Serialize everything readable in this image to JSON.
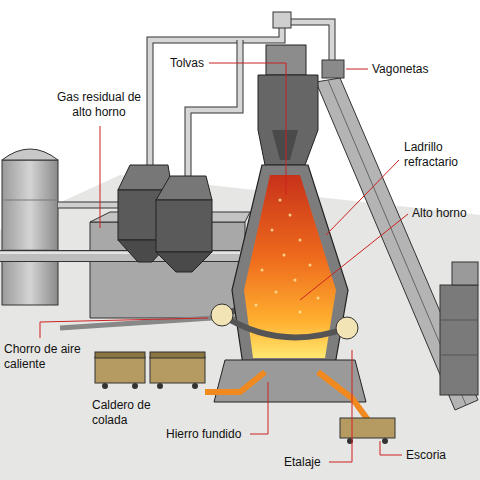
{
  "diagram": {
    "labels": [
      "Tolvas",
      "Vagonetas",
      "Gas residual de alto horno",
      "Ladrillo refractario",
      "Alto horno",
      "Chorro de aire caliente",
      "Caldero de colada",
      "Hierro fundido",
      "Etalaje",
      "Escoria"
    ]
  }
}
